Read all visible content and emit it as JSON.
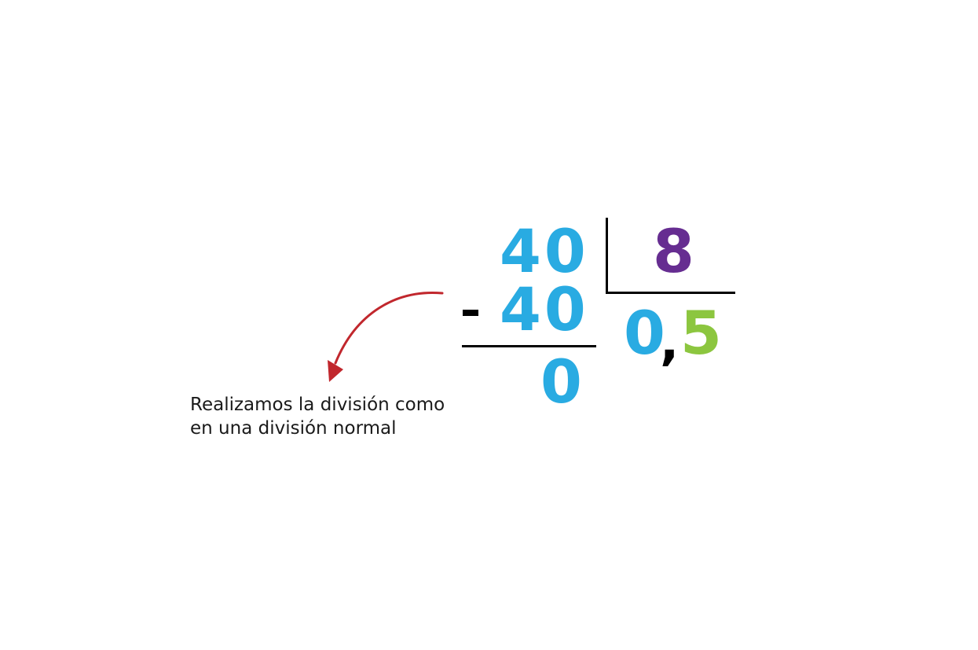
{
  "division": {
    "dividend": "40",
    "subtrahend": "40",
    "minus_sign": "-",
    "remainder": "0",
    "divisor": "8",
    "quotient_integer": "0",
    "quotient_comma": ",",
    "quotient_decimal": "5"
  },
  "note": {
    "line1": "Realizamos la división como",
    "line2": "en una división normal"
  },
  "colors": {
    "blue": "#29abe2",
    "purple": "#662d91",
    "green": "#8cc63f",
    "black": "#000000",
    "arrow_red": "#c1272d"
  },
  "icons": {
    "arrow": "curved-arrow-icon"
  }
}
